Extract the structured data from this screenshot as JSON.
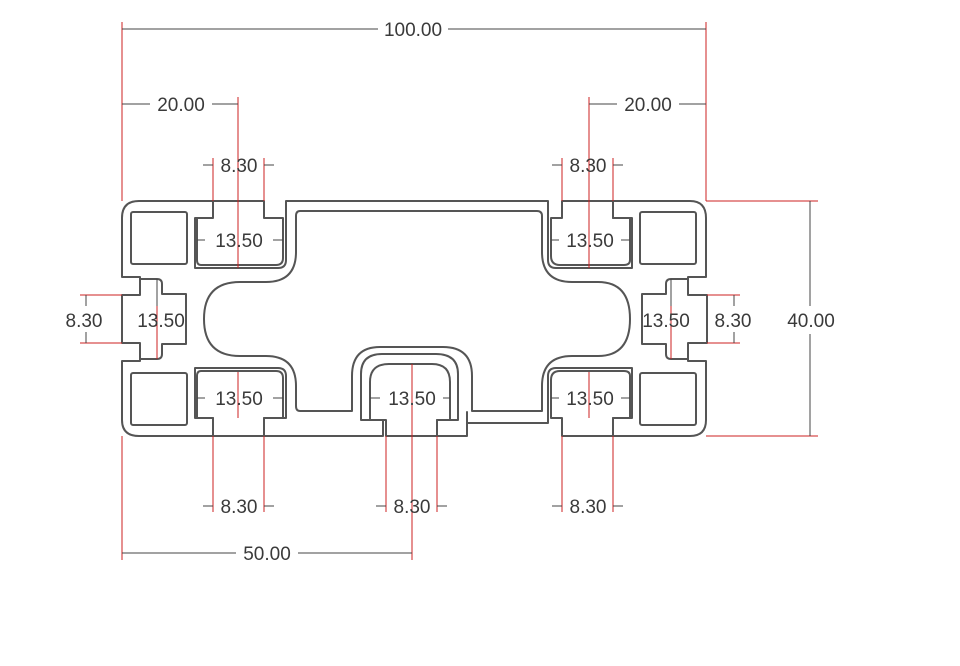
{
  "drawing": {
    "colors": {
      "outline": "#555555",
      "dimension_line": "#444444",
      "extension_line": "#cc2020",
      "text": "#3a3a3a"
    },
    "dimensions": {
      "overall_width": "100.00",
      "overall_height": "40.00",
      "slot_offset_left": "20.00",
      "slot_offset_right": "20.00",
      "center_offset": "50.00",
      "slot_opening_top_left": "8.30",
      "slot_opening_top_right": "8.30",
      "slot_opening_left": "8.30",
      "slot_opening_right": "8.30",
      "slot_opening_bottom_left": "8.30",
      "slot_opening_bottom_center": "8.30",
      "slot_opening_bottom_right": "8.30",
      "slot_width_top_left": "13.50",
      "slot_width_top_right": "13.50",
      "slot_width_left": "13.50",
      "slot_width_right": "13.50",
      "slot_width_bottom_left": "13.50",
      "slot_width_bottom_center": "13.50",
      "slot_width_bottom_right": "13.50"
    }
  }
}
